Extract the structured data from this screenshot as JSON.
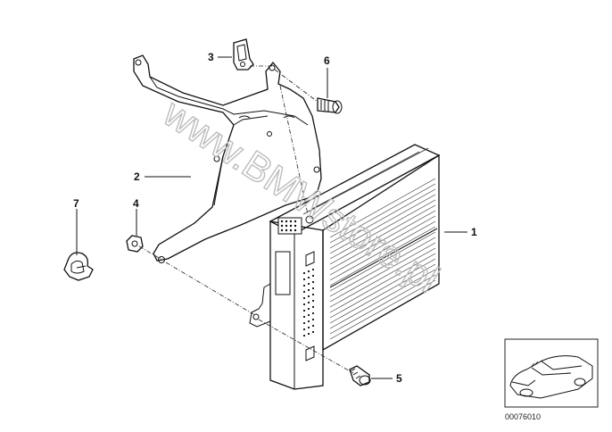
{
  "callouts": [
    {
      "id": "1",
      "label": "1"
    },
    {
      "id": "2",
      "label": "2"
    },
    {
      "id": "3",
      "label": "3"
    },
    {
      "id": "4",
      "label": "4"
    },
    {
      "id": "5",
      "label": "5"
    },
    {
      "id": "6",
      "label": "6"
    },
    {
      "id": "7",
      "label": "7"
    }
  ],
  "watermark": "www.BMWstore.pl",
  "thumbnail": {
    "part_number": "00076010"
  }
}
